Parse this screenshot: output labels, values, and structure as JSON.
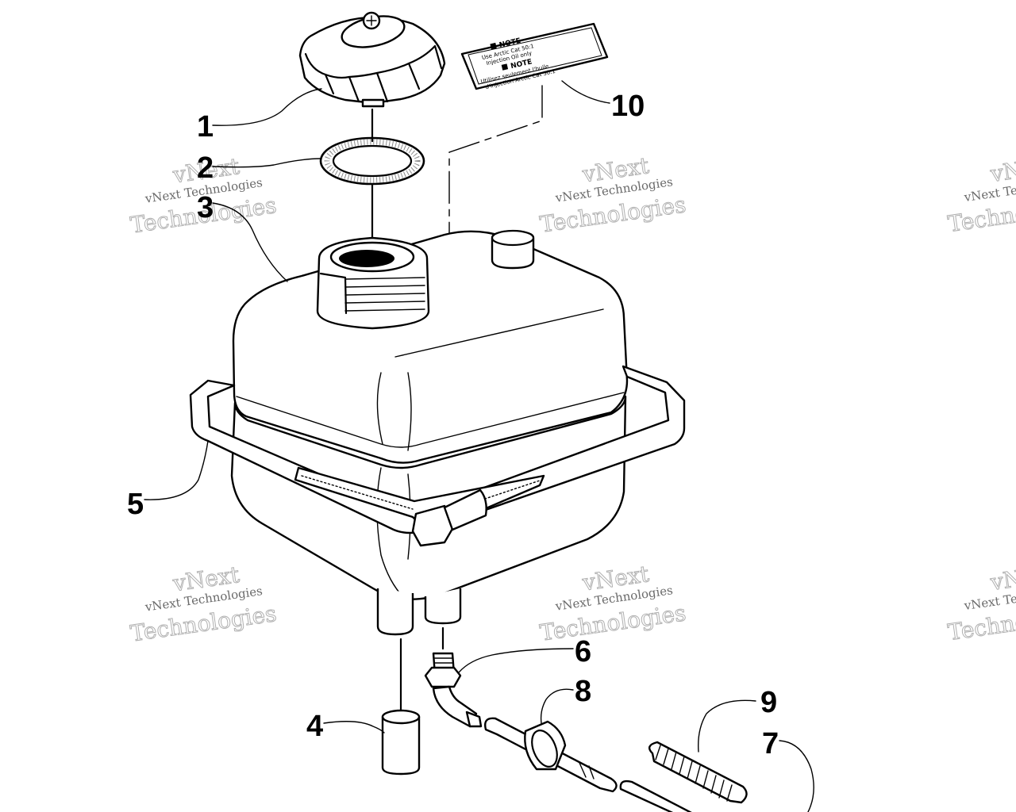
{
  "callouts": [
    {
      "id": "1",
      "label": "1"
    },
    {
      "id": "2",
      "label": "2"
    },
    {
      "id": "3",
      "label": "3"
    },
    {
      "id": "4",
      "label": "4"
    },
    {
      "id": "5",
      "label": "5"
    },
    {
      "id": "6",
      "label": "6"
    },
    {
      "id": "7",
      "label": "7"
    },
    {
      "id": "8",
      "label": "8"
    },
    {
      "id": "9",
      "label": "9"
    },
    {
      "id": "10",
      "label": "10"
    }
  ],
  "decal": {
    "heading_1": "NOTE",
    "text_1a": "Use Arctic Cat 50:1",
    "text_1b": "Injection Oil only",
    "heading_2": "NOTE",
    "text_2a": "Utilisez seulement l'huile",
    "text_2b": "d'injection Arctic Cat 50:1"
  },
  "watermark": {
    "line_small": "vNext Technologies",
    "line_large": "Technologies",
    "line_top": "vNext"
  }
}
